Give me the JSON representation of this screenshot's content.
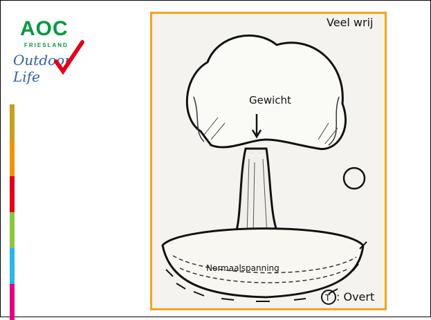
{
  "logo": {
    "brand": "AOC",
    "region": "FRIESLAND",
    "tagline": "Outdoor Life",
    "colors": {
      "green": "#009a3d",
      "red": "#e2001a",
      "blue": "#2b5fa8"
    }
  },
  "sidebar_colors": [
    "#c8a01e",
    "#f39200",
    "#e2001a",
    "#8cc63f",
    "#29b6e8",
    "#e6007e"
  ],
  "frame_color": "#f7a21b",
  "illustration": {
    "top_text": "Veel wrij",
    "weight_label": "Gewicht",
    "stress_label": "Normaalspanning",
    "bottom_letter": "T",
    "bottom_text": ": Overt"
  }
}
